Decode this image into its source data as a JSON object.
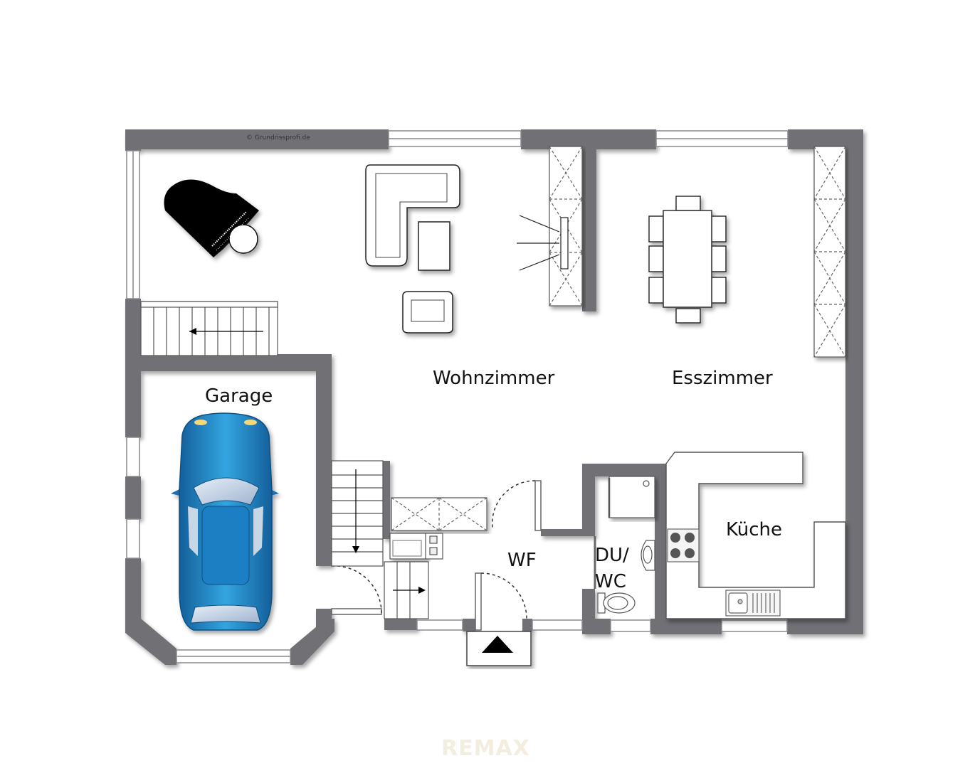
{
  "copyright": "© Grundrissprofi.de",
  "rooms": {
    "wohnzimmer": "Wohnzimmer",
    "esszimmer": "Esszimmer",
    "garage": "Garage",
    "kueche": "Küche",
    "wf": "WF",
    "duwc_line1": "DU/",
    "duwc_line2": "WC"
  },
  "watermark": "REMAX",
  "colors": {
    "wall": "#6f6f74",
    "car_body": "#1f7fc4",
    "car_highlight": "#33a5e0",
    "piano": "#000000"
  }
}
